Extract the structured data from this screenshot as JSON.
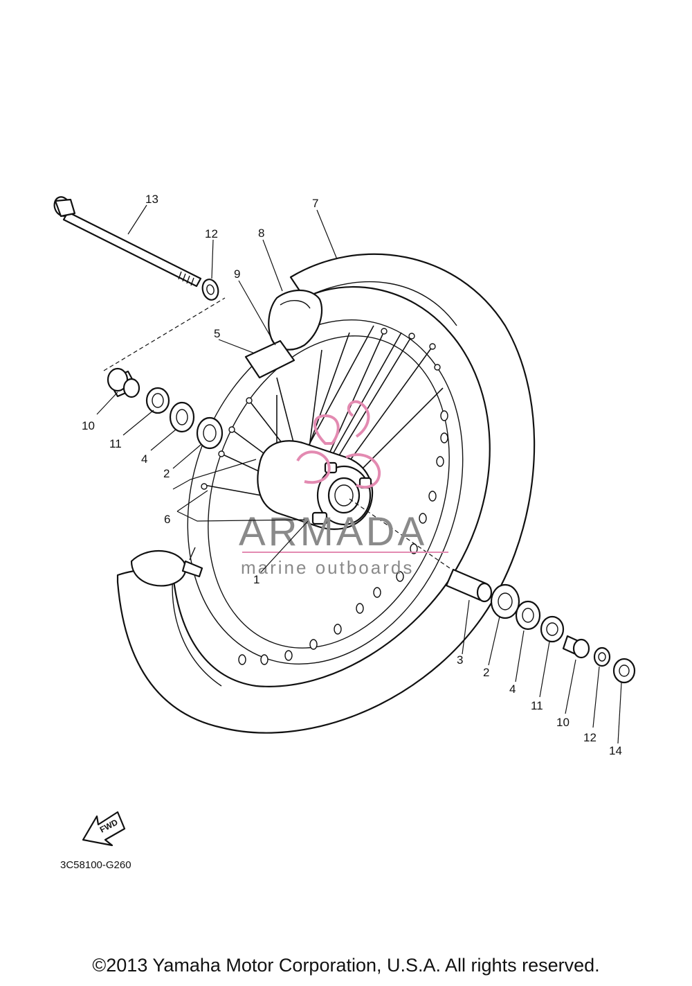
{
  "callouts": {
    "c1": "1",
    "c2a": "2",
    "c2b": "2",
    "c3": "3",
    "c4a": "4",
    "c4b": "4",
    "c5": "5",
    "c6": "6",
    "c7": "7",
    "c8": "8",
    "c9": "9",
    "c10a": "10",
    "c10b": "10",
    "c11a": "11",
    "c11b": "11",
    "c12a": "12",
    "c12b": "12",
    "c13": "13",
    "c14": "14"
  },
  "fwd_label": "FWD",
  "diagram_code": "3C58100-G260",
  "watermark": {
    "brand": "ARMADA",
    "tagline": "marine outboards",
    "color": "#e38ab1"
  },
  "copyright": "©2013 Yamaha Motor Corporation, U.S.A. All rights reserved."
}
